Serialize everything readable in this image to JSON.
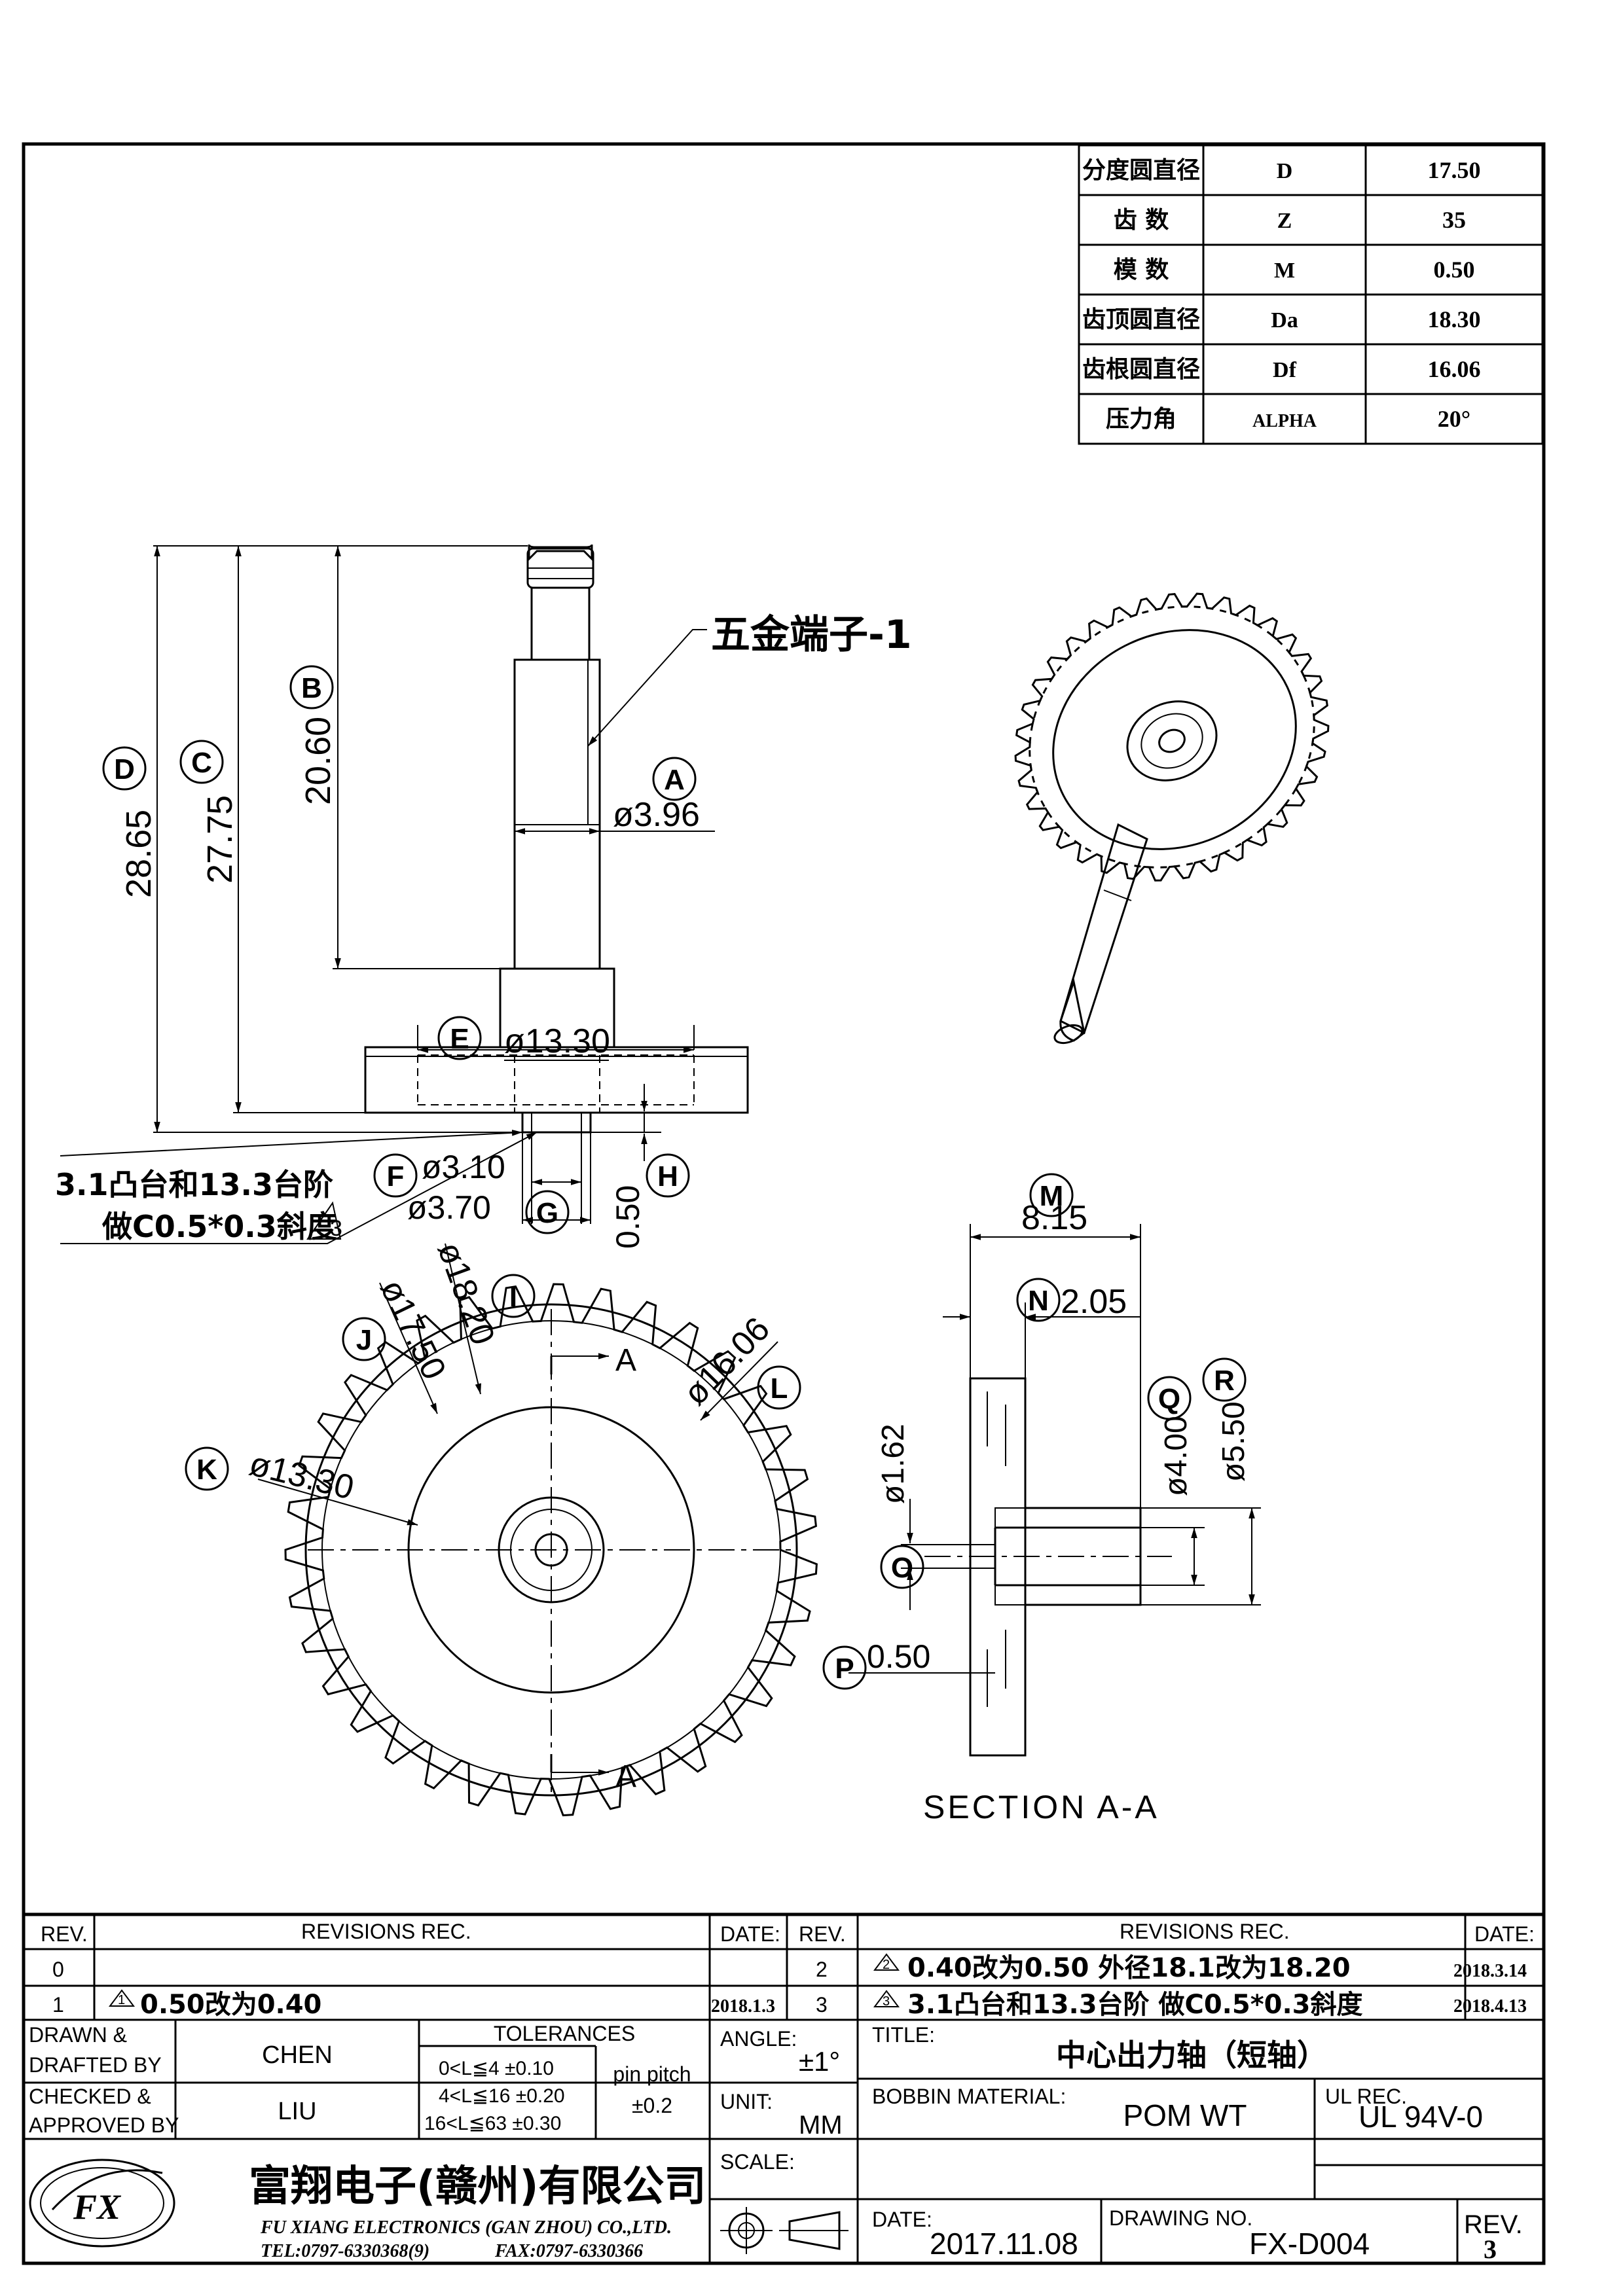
{
  "gear_table": {
    "rows": [
      {
        "name": "分度圆直径",
        "sym": "D",
        "val": "17.50"
      },
      {
        "name": "齿 数",
        "sym": "Z",
        "val": "35"
      },
      {
        "name": "模 数",
        "sym": "M",
        "val": "0.50"
      },
      {
        "name": "齿顶圆直径",
        "sym": "Da",
        "val": "18.30"
      },
      {
        "name": "齿根圆直径",
        "sym": "Df",
        "val": "16.06"
      },
      {
        "name": "压力角",
        "sym": "ALPHA",
        "val": "20°"
      }
    ]
  },
  "callouts": {
    "A": "A",
    "B": "B",
    "C": "C",
    "D": "D",
    "E": "E",
    "F": "F",
    "G": "G",
    "H": "H",
    "I": "I",
    "J": "J",
    "K": "K",
    "L": "L",
    "M": "M",
    "N": "N",
    "O": "O",
    "P": "P",
    "Q": "Q",
    "R": "R"
  },
  "dims": {
    "d2865": "28.65",
    "d2775": "27.75",
    "d2060": "20.60",
    "d396": "ø3.96",
    "d1330e": "ø13.30",
    "d310": "ø3.10",
    "d370": "ø3.70",
    "d050h": "0.50",
    "d1820": "ø18.20",
    "d1750": "ø17.50",
    "d1330k": "ø13.30",
    "d1606": "ø16.06",
    "d815": "8.15",
    "d205": "2.05",
    "d162": "ø1.62",
    "d400": "ø4.00",
    "d550": "ø5.50",
    "d050p": "0.50"
  },
  "labels": {
    "terminal": "五金端子-1",
    "chamfer_line1": "3.1凸台和13.3台阶",
    "chamfer_line2": "做C0.5*0.3斜度",
    "chamfer_rev": "3",
    "section_marker": "A",
    "section_title": "SECTION A-A"
  },
  "title_block": {
    "rev_head": "REV.",
    "revisions_head": "REVISIONS REC.",
    "date_head": "DATE:",
    "rev_left": [
      {
        "rev": "0",
        "note": "",
        "rev_mark": "",
        "date": ""
      },
      {
        "rev": "1",
        "rev_mark": "1",
        "note": "0.50改为0.40",
        "date": "2018.1.3"
      }
    ],
    "rev_right": [
      {
        "rev": "2",
        "rev_mark": "2",
        "note": "0.40改为0.50 外径18.1改为18.20",
        "date": "2018.3.14"
      },
      {
        "rev": "3",
        "rev_mark": "3",
        "note": "3.1凸台和13.3台阶 做C0.5*0.3斜度",
        "date": "2018.4.13"
      }
    ],
    "drawn_label_1": "DRAWN &",
    "drawn_label_2": "DRAFTED BY",
    "drawn_by": "CHEN",
    "checked_label_1": "CHECKED &",
    "checked_label_2": "APPROVED BY",
    "checked_by": "LIU",
    "tolerances_head": "TOLERANCES",
    "tol_1": "0<L≦4  ±0.10",
    "tol_2": "4<L≦16  ±0.20",
    "tol_3": "16<L≦63  ±0.30",
    "pin_pitch": "pin pitch",
    "pin_pitch_tol": "±0.2",
    "angle_label": "ANGLE:",
    "angle_val": "±1°",
    "unit_label": "UNIT:",
    "unit_val": "MM",
    "scale_label": "SCALE:",
    "title_label": "TITLE:",
    "title_val": "中心出力轴（短轴）",
    "bobbin_label": "BOBBIN MATERIAL:",
    "bobbin_val": "POM WT",
    "ul_label": "UL REC.",
    "ul_val": "UL 94V-0",
    "date_label": "DATE:",
    "date_val": "2017.11.08",
    "drawing_label": "DRAWING NO.",
    "drawing_val": "FX-D004",
    "rev_label": "REV.",
    "rev_val": "3",
    "company_cn": "富翔电子(赣州)有限公司",
    "company_en": "FU XIANG ELECTRONICS (GAN ZHOU) CO.,LTD.",
    "tel": "TEL:0797-6330368(9)",
    "fax": "FAX:0797-6330366"
  }
}
